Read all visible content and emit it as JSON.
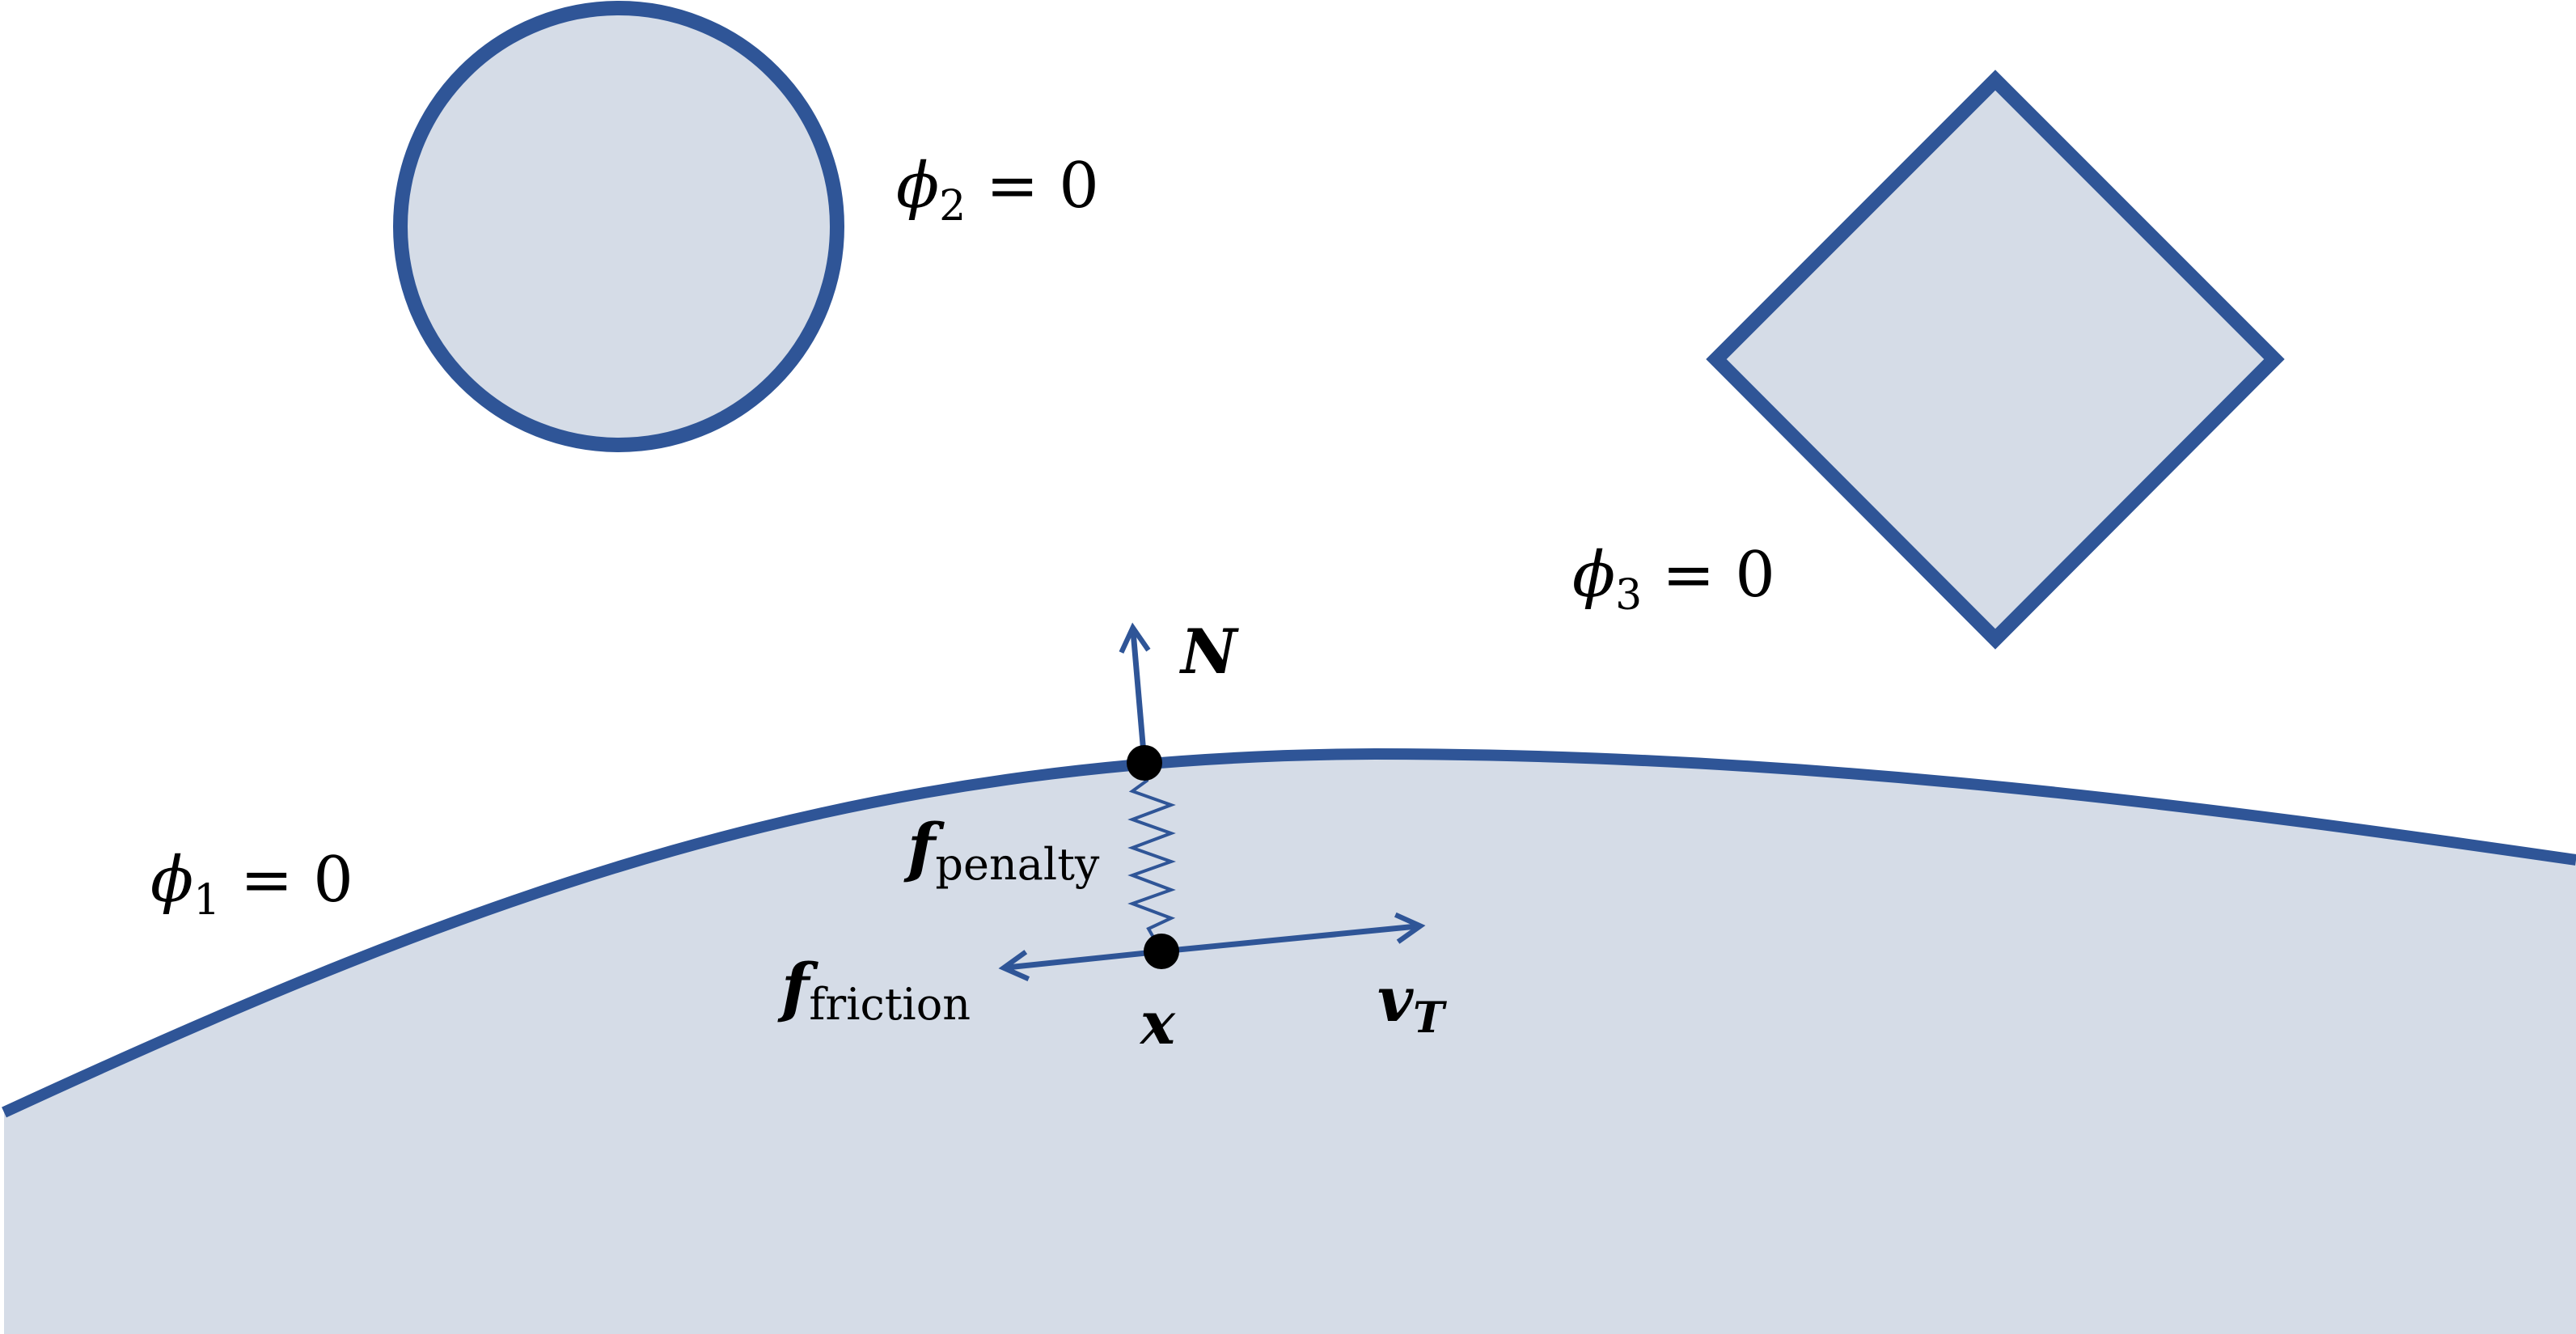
{
  "colors": {
    "shape_fill": "#d5dce7",
    "stroke": "#2f5597",
    "dot": "#000000",
    "text": "#000000"
  },
  "labels": {
    "phi1": {
      "symbol": "ϕ",
      "sub": "1",
      "rest": " = 0"
    },
    "phi2": {
      "symbol": "ϕ",
      "sub": "2",
      "rest": " = 0"
    },
    "phi3": {
      "symbol": "ϕ",
      "sub": "3",
      "rest": " = 0"
    },
    "normal": "N",
    "point": "x",
    "tangent_velocity": {
      "symbol": "v",
      "sub": "T"
    },
    "penalty_force": {
      "symbol": "f",
      "sub": "penalty"
    },
    "friction_force": {
      "symbol": "f",
      "sub": "friction"
    }
  }
}
